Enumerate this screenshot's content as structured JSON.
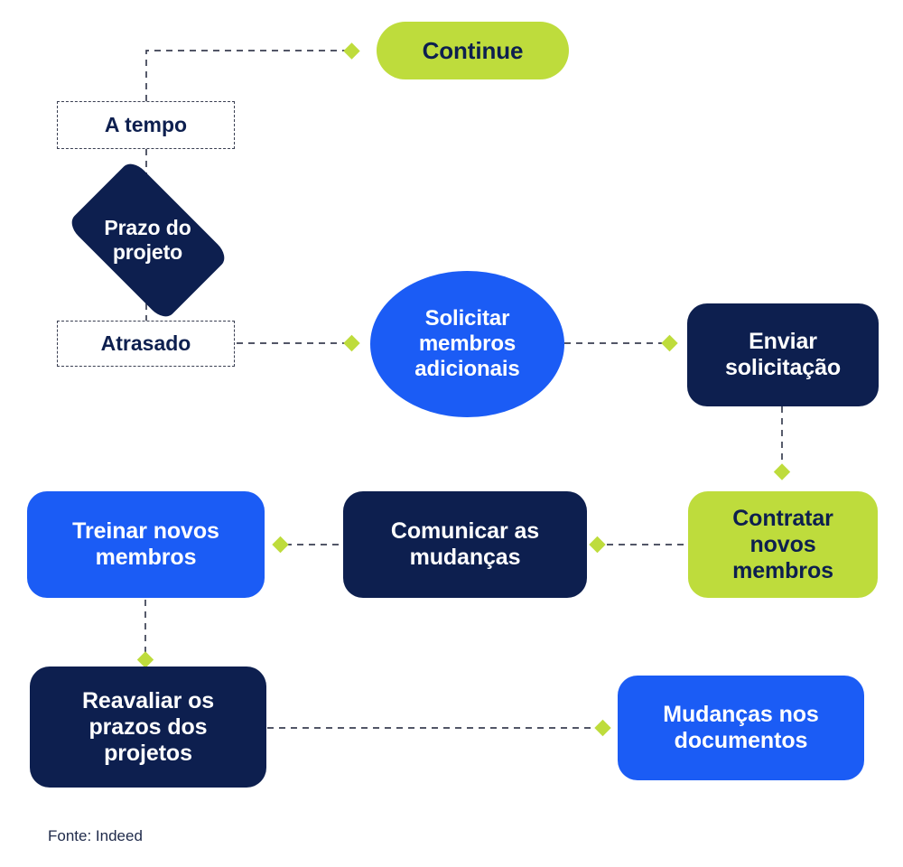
{
  "diagram": {
    "type": "flowchart",
    "title_present": false,
    "background_color": "#ffffff",
    "palette": {
      "navy": "#0d1f4f",
      "blue": "#1b5cf5",
      "green": "#bedc3c",
      "connector": "#3a3f52",
      "white": "#ffffff"
    },
    "decision": {
      "label": "Prazo do\nprojeto",
      "line1": "Prazo do",
      "line2": "projeto",
      "shape": "diamond",
      "color": "#0d1f4f"
    },
    "branch_labels": [
      {
        "id": "on-time",
        "label": "A tempo"
      },
      {
        "id": "late",
        "label": "Atrasado"
      }
    ],
    "nodes": [
      {
        "id": "continue",
        "label": "Continue",
        "shape": "pill",
        "color": "#bedc3c",
        "text_color": "#0d1f4f"
      },
      {
        "id": "request",
        "label": "Solicitar\nmembros\nadicionais",
        "shape": "circle",
        "color": "#1b5cf5",
        "text_color": "#ffffff"
      },
      {
        "id": "send",
        "label": "Enviar\nsolicitação",
        "shape": "rounded",
        "color": "#0d1f4f",
        "text_color": "#ffffff"
      },
      {
        "id": "hire",
        "label": "Contratar\nnovos\nmembros",
        "shape": "rounded",
        "color": "#bedc3c",
        "text_color": "#0d1f4f"
      },
      {
        "id": "communicate",
        "label": "Comunicar as\nmudanças",
        "shape": "rounded",
        "color": "#0d1f4f",
        "text_color": "#ffffff"
      },
      {
        "id": "train",
        "label": "Treinar novos\nmembros",
        "shape": "rounded",
        "color": "#1b5cf5",
        "text_color": "#ffffff"
      },
      {
        "id": "reassess",
        "label": "Reavaliar os\nprazos dos\nprojetos",
        "shape": "rounded",
        "color": "#0d1f4f",
        "text_color": "#ffffff"
      },
      {
        "id": "document",
        "label": "Mudanças nos\ndocumentos",
        "shape": "rounded",
        "color": "#1b5cf5",
        "text_color": "#ffffff"
      }
    ],
    "node_text": {
      "continue": "Continue",
      "request_l1": "Solicitar",
      "request_l2": "membros",
      "request_l3": "adicionais",
      "send_l1": "Enviar",
      "send_l2": "solicitação",
      "hire_l1": "Contratar",
      "hire_l2": "novos",
      "hire_l3": "membros",
      "communicate_l1": "Comunicar as",
      "communicate_l2": "mudanças",
      "train_l1": "Treinar novos",
      "train_l2": "membros",
      "reassess_l1": "Reavaliar os",
      "reassess_l2": "prazos dos",
      "reassess_l3": "projetos",
      "document_l1": "Mudanças nos",
      "document_l2": "documentos",
      "decision_l1": "Prazo do",
      "decision_l2": "projeto",
      "label_on_time": "A tempo",
      "label_late": "Atrasado"
    },
    "edges": [
      {
        "from": "on-time",
        "to": "continue",
        "style": "dashed",
        "marker": "diamond"
      },
      {
        "from": "decision",
        "to": "on-time",
        "style": "dashed",
        "marker": "none"
      },
      {
        "from": "decision",
        "to": "late",
        "style": "dashed",
        "marker": "none"
      },
      {
        "from": "late",
        "to": "request",
        "style": "dashed",
        "marker": "diamond"
      },
      {
        "from": "request",
        "to": "send",
        "style": "dashed",
        "marker": "diamond"
      },
      {
        "from": "send",
        "to": "hire",
        "style": "dashed",
        "marker": "diamond"
      },
      {
        "from": "hire",
        "to": "communicate",
        "style": "dashed",
        "marker": "diamond"
      },
      {
        "from": "communicate",
        "to": "train",
        "style": "dashed",
        "marker": "diamond"
      },
      {
        "from": "train",
        "to": "reassess",
        "style": "dashed",
        "marker": "diamond"
      },
      {
        "from": "reassess",
        "to": "document",
        "style": "dashed",
        "marker": "diamond"
      }
    ]
  },
  "footer": {
    "source": "Fonte: Indeed"
  }
}
